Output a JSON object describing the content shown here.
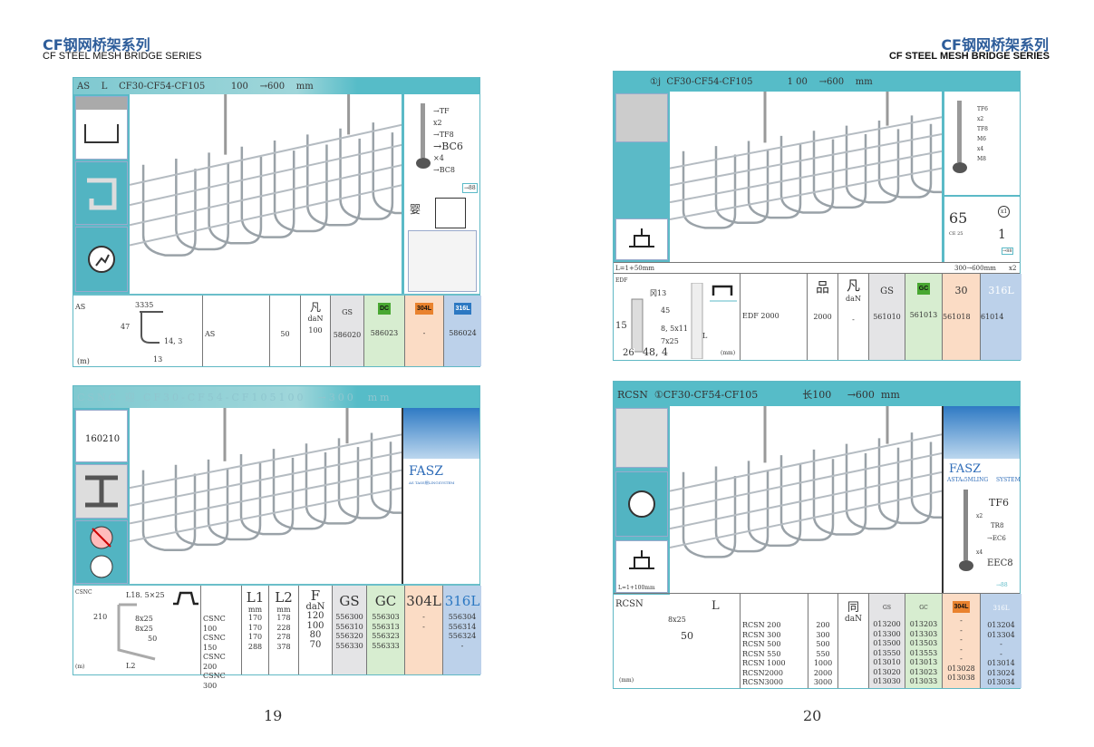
{
  "header": {
    "title_cn": "CF钢网桥架系列",
    "title_en": "CF STEEL MESH BRIDGE SERIES"
  },
  "page_numbers": [
    "19",
    "20"
  ],
  "colors": {
    "accent": "#5bbac7",
    "brand": "#2e5d9a",
    "gs": "#e4e4e6",
    "gc": "#d7edd0",
    "s304": "#fbdcc5",
    "s316": "#bcd1ea"
  },
  "panel_as": {
    "header": "AS    L    CF30-CF54-CF105         100    →600    mm",
    "accessory": {
      "tf": "→TF",
      "x2": "x2",
      "tf8": "→TF8",
      "bc6": "→BC6",
      "x4": "×4",
      "bc8": "→BC8",
      "small": "→88",
      "ref": "婴"
    },
    "drawing": {
      "label": "AS",
      "d1": "3335",
      "d2": "47",
      "d3": "14, 3",
      "d4": "13",
      "unit": "(m)"
    },
    "name": "AS",
    "l": "50",
    "f_label": "凡",
    "f_unit": "daN",
    "f": "100",
    "gs_label": "GS",
    "gs": "586020",
    "dc_label": "DC",
    "dc": "586023",
    "s304_label": "304L",
    "s304": "-",
    "s316_label": "316L",
    "s316": "586024"
  },
  "panel_csnc": {
    "header": "CSNC 迎 CF30-CF54-CF105100  →300  mm",
    "side_label": "160210",
    "fasz": "FASZ",
    "fasz_sub": "AS TASS規LINGSYSTEM",
    "drawing": {
      "label": "CSNC",
      "d1": "L18. 5×25",
      "d2": "210",
      "d3": "8x25",
      "d4": "8x25",
      "d5": "50",
      "d6": "L2",
      "unit": "(m)"
    },
    "col_l1": "L1",
    "col_l1_unit": "mm",
    "col_l2": "L2",
    "col_l2_unit": "mm",
    "col_f": "F",
    "col_f_unit": "daN",
    "gs_label": "GS",
    "gc_label": "GC",
    "s304_label": "304L",
    "s316_label": "316L",
    "names": [
      "CSNC  100",
      "CSNC  150",
      "CSNC  200",
      "CSNC  300"
    ],
    "l1": [
      "170",
      "170",
      "170",
      "288"
    ],
    "l2": [
      "178",
      "228",
      "278",
      "378"
    ],
    "f": [
      "120",
      "100",
      "80",
      "70"
    ],
    "gs": [
      "556300",
      "556310",
      "556320",
      "556330"
    ],
    "gc": [
      "556303",
      "556313",
      "556323",
      "556333"
    ],
    "s304": [
      "-",
      "-",
      "",
      ""
    ],
    "s316": [
      "556304",
      "556314",
      "556324",
      "-"
    ]
  },
  "panel_edf": {
    "header": "①j  CF30-CF54-CF105            1 00    →600    mm",
    "accessory": {
      "tf6": "TF6",
      "x2": "x2",
      "tf8": "TF8",
      "m6": "M6",
      "x4": "x4",
      "m8": "M8",
      "n65": "65",
      "ce": "CE 25",
      "x1": "x1",
      "one": "1",
      "small": "→88"
    },
    "length_note": "L=1+50mm",
    "range_note": "300→600mm",
    "x2": "x2",
    "drawing": {
      "label": "EDF",
      "d1": "冈13",
      "d2": "45",
      "d3": "15",
      "d4": "8, 5x11",
      "d5": "7x25",
      "d6": "26",
      "d7": "48, 4",
      "d8": "L",
      "unit": "(mm)"
    },
    "name": "EDF  2000",
    "l_label": "品",
    "l": "2000",
    "f_label": "凡",
    "f_unit": "daN",
    "f": "-",
    "gs_label": "GS",
    "gs": "561010",
    "gc_label": "GC",
    "gc": "561013",
    "s304_label": "30",
    "s304": "561018",
    "s316_label": "316L",
    "s316": "61014"
  },
  "panel_rcsn": {
    "header": "RCSN  ①CF30-CF54-CF105              长100     →600  mm",
    "length_note": "L=1+100mm",
    "fasz": "FASZ",
    "fasz_sub1": "ASTA₆5MLING",
    "fasz_sub2": "SYSTEM",
    "accessory": {
      "tf6": "TF6",
      "x2": "x2",
      "tr8": "TR8",
      "ec6": "→EC6",
      "x4": "x4",
      "eec8": "EEC8",
      "small": "→88"
    },
    "drawing": {
      "label": "RCSN",
      "d1": "L",
      "d2": "8x25",
      "d3": "50",
      "unit": "(mm)"
    },
    "f_label": "同",
    "f_unit": "daN",
    "gs_label": "GS",
    "gc_label": "GC",
    "s304_label": "304L",
    "s316_label": "316L",
    "names": [
      "RCSN  200",
      "RCSN  300",
      "RCSN  500",
      "RCSN  550",
      "RCSN  1000",
      "RCSN2000",
      "RCSN3000"
    ],
    "l": [
      "200",
      "300",
      "500",
      "550",
      "1000",
      "2000",
      "3000"
    ],
    "gs": [
      "013200",
      "013300",
      "013500",
      "013550",
      "013010",
      "013020",
      "013030"
    ],
    "gc": [
      "013203",
      "013303",
      "013503",
      "013553",
      "013013",
      "013023",
      "013033"
    ],
    "s304": [
      "-",
      "-",
      "-",
      "-",
      "-",
      "013028",
      "013038"
    ],
    "s316": [
      "013204",
      "013304",
      "-",
      "-",
      "013014",
      "013024",
      "013034"
    ]
  }
}
